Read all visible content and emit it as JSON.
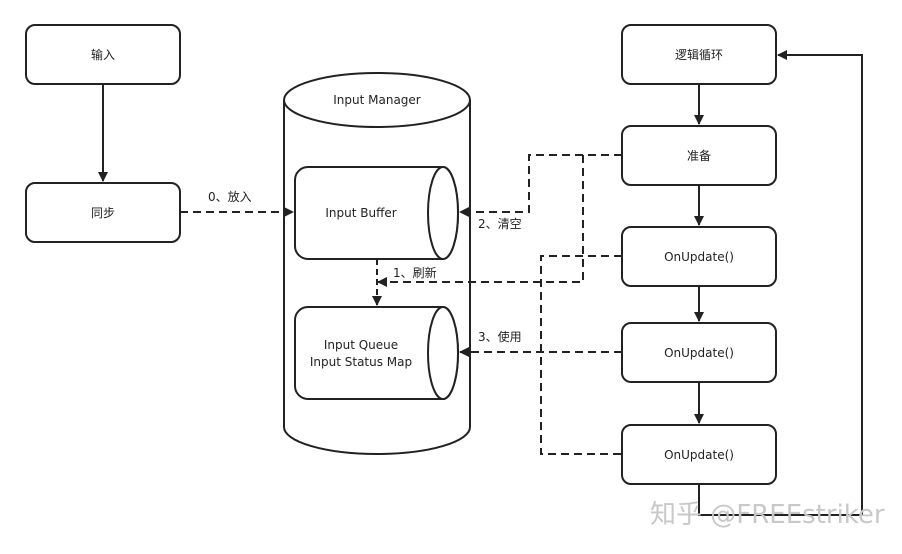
{
  "nodes": {
    "input": "输入",
    "sync": "同步",
    "logic_loop": "逻辑循环",
    "prepare": "准备",
    "on_update_1": "OnUpdate()",
    "on_update_2": "OnUpdate()",
    "on_update_3": "OnUpdate()",
    "input_manager": "Input Manager",
    "input_buffer": "Input Buffer",
    "input_queue": "Input Queue",
    "input_status_map": "Input Status Map"
  },
  "edges": {
    "put_in": "0、放入",
    "refresh": "1、刷新",
    "clear": "2、清空",
    "use": "3、使用"
  },
  "watermark": "知乎 @FREEstriker"
}
